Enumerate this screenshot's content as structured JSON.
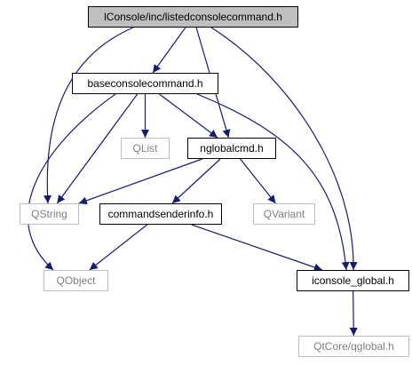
{
  "colors": {
    "edge": "#191970",
    "current_fill": "#bfbfbf",
    "external_border": "#bfbfbf",
    "external_text": "#808080"
  },
  "nodes": [
    {
      "id": "listed",
      "label": "lConsole/inc/listedconsolecommand.h",
      "kind": "current"
    },
    {
      "id": "base",
      "label": "baseconsolecommand.h",
      "kind": "header"
    },
    {
      "id": "qlist",
      "label": "QList",
      "kind": "external"
    },
    {
      "id": "nglobal",
      "label": "nglobalcmd.h",
      "kind": "header"
    },
    {
      "id": "qstring",
      "label": "QString",
      "kind": "external"
    },
    {
      "id": "cmdsend",
      "label": "commandsenderinfo.h",
      "kind": "header"
    },
    {
      "id": "qvariant",
      "label": "QVariant",
      "kind": "external"
    },
    {
      "id": "qobject",
      "label": "QObject",
      "kind": "external"
    },
    {
      "id": "iconsole",
      "label": "iconsole_global.h",
      "kind": "header"
    },
    {
      "id": "qglobal",
      "label": "QtCore/qglobal.h",
      "kind": "external"
    }
  ],
  "edges": [
    {
      "from": "listed",
      "to": "base"
    },
    {
      "from": "listed",
      "to": "qstring"
    },
    {
      "from": "listed",
      "to": "nglobal"
    },
    {
      "from": "listed",
      "to": "iconsole"
    },
    {
      "from": "base",
      "to": "qlist"
    },
    {
      "from": "base",
      "to": "nglobal"
    },
    {
      "from": "base",
      "to": "qstring"
    },
    {
      "from": "base",
      "to": "qobject"
    },
    {
      "from": "base",
      "to": "iconsole"
    },
    {
      "from": "nglobal",
      "to": "qstring"
    },
    {
      "from": "nglobal",
      "to": "cmdsend"
    },
    {
      "from": "nglobal",
      "to": "qvariant"
    },
    {
      "from": "cmdsend",
      "to": "qobject"
    },
    {
      "from": "cmdsend",
      "to": "iconsole"
    },
    {
      "from": "iconsole",
      "to": "qglobal"
    }
  ]
}
